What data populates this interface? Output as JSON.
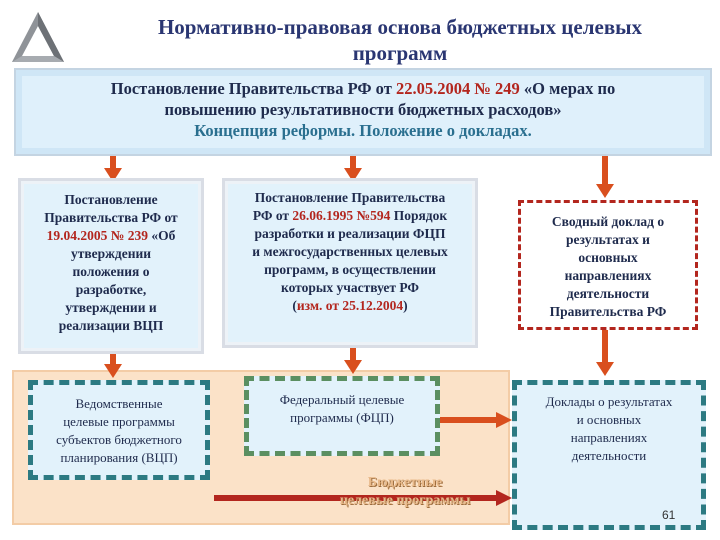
{
  "header": {
    "title_line1": "Нормативно-правовая основа бюджетных целевых",
    "title_line2": "программ"
  },
  "top_box": {
    "line1_prefix": "Постановление Правительства РФ от ",
    "line1_date": "22.05.2004 № 249",
    "line1_suffix": " «О мерах по",
    "line2": "повышению результативности бюджетных расходов»",
    "line3": "Концепция реформы. Положение о докладах."
  },
  "box_left": {
    "line1": "Постановление",
    "line2": "Правительства РФ от",
    "line3_date": "19.04.2005 № 239",
    "line3_suffix": " «Об",
    "line4": "утверждении",
    "line5": "положения о",
    "line6": "разработке,",
    "line7": "утверждении и",
    "line8": "реализации ВЦП"
  },
  "box_middle": {
    "line1": "Постановление Правительства",
    "line2_prefix": "РФ от ",
    "line2_date": "26.06.1995  №594",
    "line2_suffix": " Порядок",
    "line3": "разработки и реализации ФЦП",
    "line4": "и межгосударственных целевых",
    "line5": "программ, в осуществлении",
    "line6": "которых участвует РФ",
    "line7_open": "(",
    "line7_main": "изм. от 25.12.2004",
    "line7_close": ")"
  },
  "box_right": {
    "line1": "Сводный доклад о",
    "line2": "результатах и",
    "line3": "основных",
    "line4": "направлениях",
    "line5": "деятельности",
    "line6": "Правительства РФ"
  },
  "box_vcp": {
    "line1": "Ведомственные",
    "line2": "целевые программы",
    "line3": "субъектов бюджетного",
    "line4": "планирования (ВЦП)"
  },
  "box_fcp": {
    "line1": "Федеральный целевые",
    "line2": "программы (ФЦП)"
  },
  "box_reports": {
    "line1": "Доклады о результатах",
    "line2": "и основных",
    "line3": "направлениях",
    "line4": "деятельности"
  },
  "budget_label": {
    "line1": "Бюджетные",
    "line2": "целевые программы"
  },
  "page_number": "61",
  "colors": {
    "accent_red": "#b3261e",
    "arrow_orange": "#d94f1e",
    "box_fill": "#e2f2fb",
    "peach": "#fbe2c8"
  }
}
